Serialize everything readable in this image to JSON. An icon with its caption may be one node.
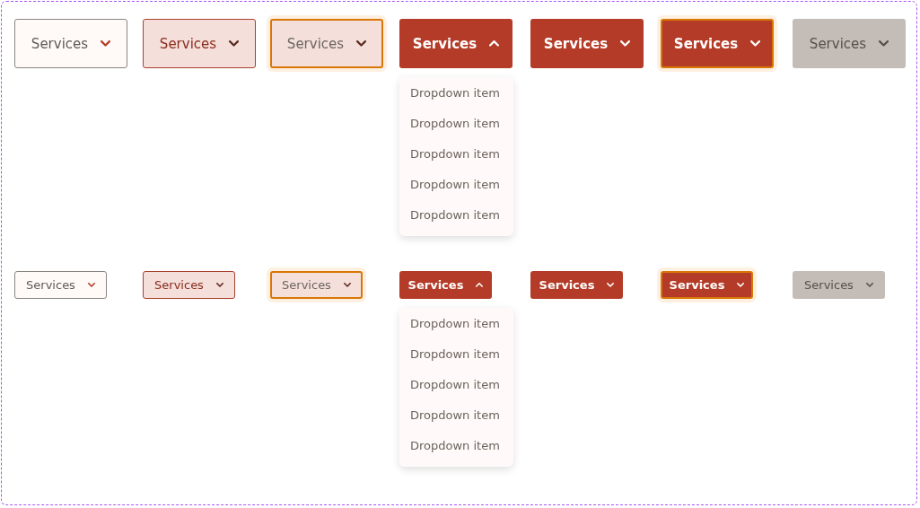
{
  "diagram": {
    "nodes": [
      {
        "text": [
          "Services"
        ]
      },
      {
        "text": [
          "Services"
        ]
      },
      {
        "text": [
          "Services"
        ]
      },
      {
        "text": [
          "Services"
        ]
      },
      {
        "text": [
          "Services"
        ]
      },
      {
        "text": [
          "Services"
        ]
      },
      {
        "text": [
          "Services"
        ]
      },
      {
        "text": [
          "Dropdown item",
          "Dropdown item",
          "Dropdown item",
          "Dropdown item",
          "Dropdown item"
        ]
      },
      {
        "text": [
          "Services"
        ]
      },
      {
        "text": [
          "Services"
        ]
      },
      {
        "text": [
          "Services"
        ]
      },
      {
        "text": [
          "Services"
        ]
      },
      {
        "text": [
          "Services"
        ]
      },
      {
        "text": [
          "Services"
        ]
      },
      {
        "text": [
          "Services"
        ]
      },
      {
        "text": [
          "Dropdown item",
          "Dropdown item",
          "Dropdown item",
          "Dropdown item",
          "Dropdown item"
        ]
      }
    ]
  }
}
